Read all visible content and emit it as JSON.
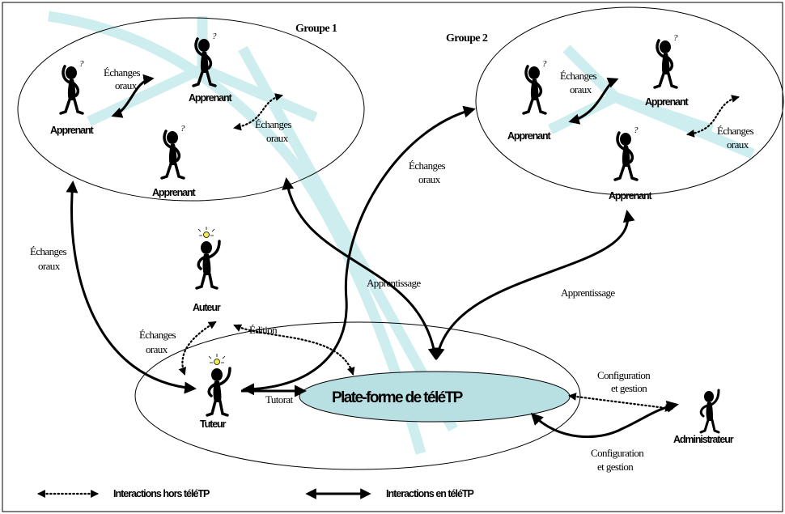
{
  "colors": {
    "frame": "#000000",
    "platform_fill": "#b8dfe2",
    "watermark": "#c8ecee",
    "bulb": "#f2e94e"
  },
  "groups": {
    "group1_title": "Groupe 1",
    "group2_title": "Groupe 2"
  },
  "roles": {
    "apprenant": "Apprenant",
    "auteur": "Auteur",
    "tuteur": "Tuteur",
    "administrateur": "Administrateur"
  },
  "platform": {
    "label": "Plate-forme de téléTP"
  },
  "labels": {
    "echanges_line1": "Échanges",
    "echanges_line2": "oraux",
    "apprentissage": "Apprentissage",
    "edition": "Édition",
    "tutorat": "Tutorat",
    "config_line1": "Configuration",
    "config_line2": "et gestion"
  },
  "legend": {
    "offline": "Interactions hors téléTP",
    "online": "Interactions en téléTP"
  },
  "icons": {
    "person": "stick-figure-icon",
    "question": "question-mark",
    "idea": "light-bulb-icon",
    "dotted_arrow": "dotted-arrow-icon",
    "solid_arrow": "solid-arrow-icon"
  }
}
